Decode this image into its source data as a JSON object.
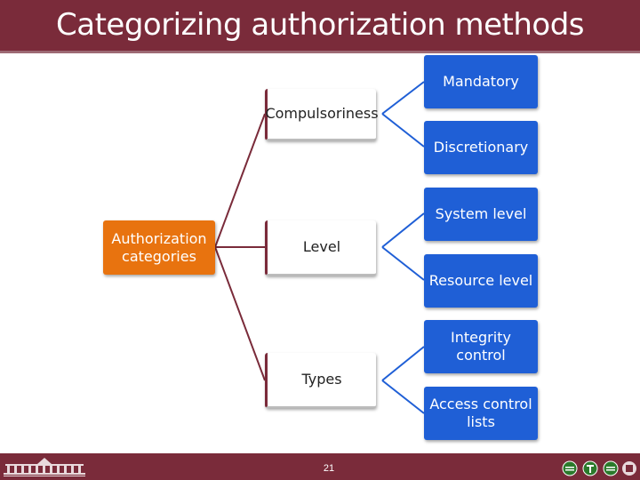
{
  "title": "Categorizing authorization methods",
  "root": "Authorization\ncategories",
  "groups": [
    {
      "label": "Compulsoriness",
      "children": [
        "Mandatory",
        "Discretionary"
      ]
    },
    {
      "label": "Level",
      "children": [
        "System level",
        "Resource level"
      ]
    },
    {
      "label": "Types",
      "children": [
        "Integrity control",
        "Access control\nlists"
      ]
    }
  ],
  "page_number": "21",
  "colors": {
    "accent": "#7a2b3a",
    "root": "#e8730f",
    "leaf": "#1f5fd6"
  }
}
